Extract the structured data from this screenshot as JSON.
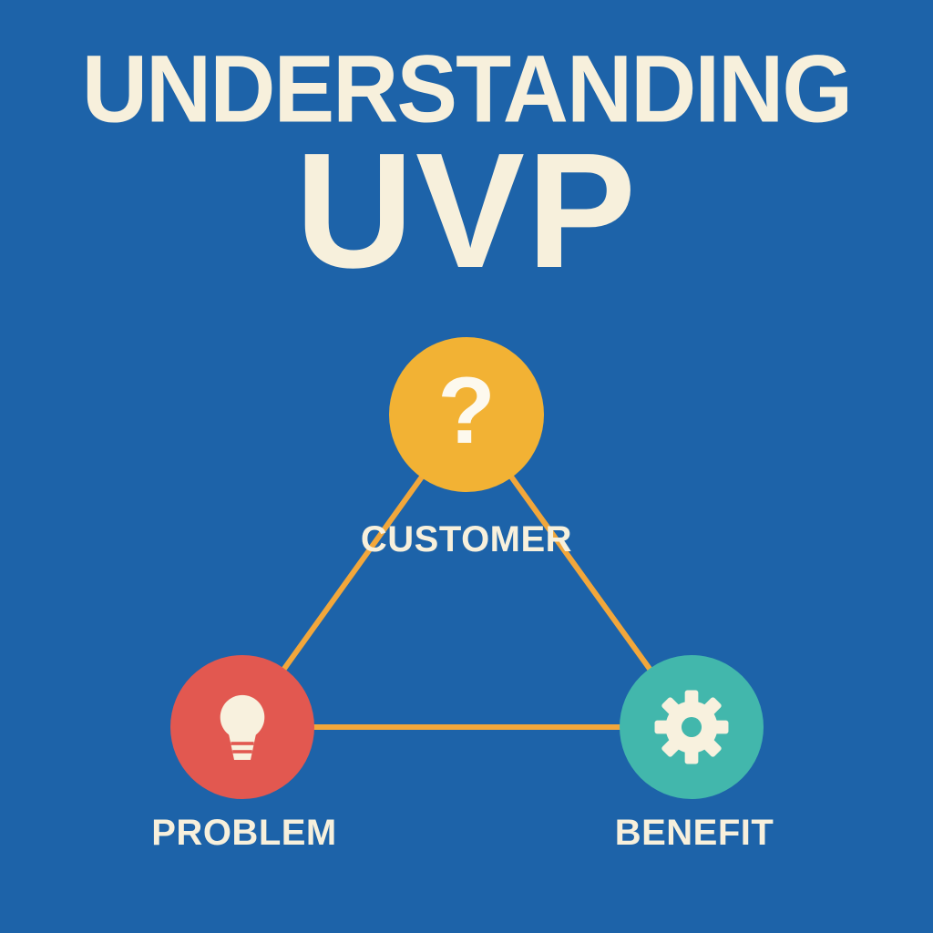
{
  "title": {
    "line1": "UNDERSTANDING",
    "line2": "UVP"
  },
  "nodes": [
    {
      "id": "customer",
      "label": "CUSTOMER",
      "icon": "question-mark-icon",
      "glyph": "?",
      "color": "#f2b234"
    },
    {
      "id": "problem",
      "label": "PROBLEM",
      "icon": "lightbulb-icon",
      "color": "#e25850"
    },
    {
      "id": "benefit",
      "label": "BENEFIT",
      "icon": "gear-icon",
      "color": "#42b7ac"
    }
  ],
  "colors": {
    "background": "#1d63a9",
    "title_text": "#f7f0dc",
    "label_text": "#f7f0dc",
    "connector": "#f2a73b",
    "icon_fill": "#f8f1de"
  },
  "diagram": {
    "type": "triangle",
    "connections": [
      [
        "customer",
        "problem"
      ],
      [
        "customer",
        "benefit"
      ],
      [
        "problem",
        "benefit"
      ]
    ]
  }
}
